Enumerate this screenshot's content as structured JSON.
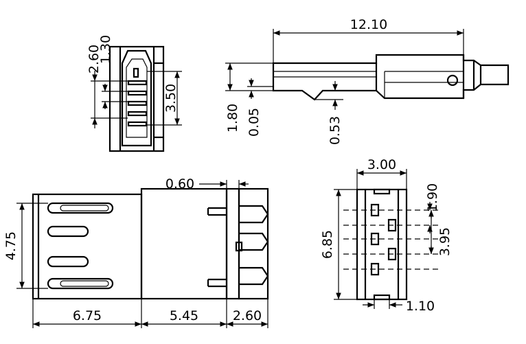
{
  "dimensions": {
    "top_left": {
      "d1": "2.60",
      "d2": "1.30",
      "d3": "3.50"
    },
    "top_right": {
      "length": "12.10",
      "h1": "1.80",
      "h2": "0.05",
      "h3": "0.53"
    },
    "bottom_left": {
      "top": "0.60",
      "height": "4.75",
      "seg1": "6.75",
      "seg2": "5.45",
      "seg3": "2.60"
    },
    "bottom_right": {
      "width": "3.00",
      "pitch": "1.90",
      "height": "6.85",
      "span": "3.95",
      "pin": "1.10"
    }
  }
}
